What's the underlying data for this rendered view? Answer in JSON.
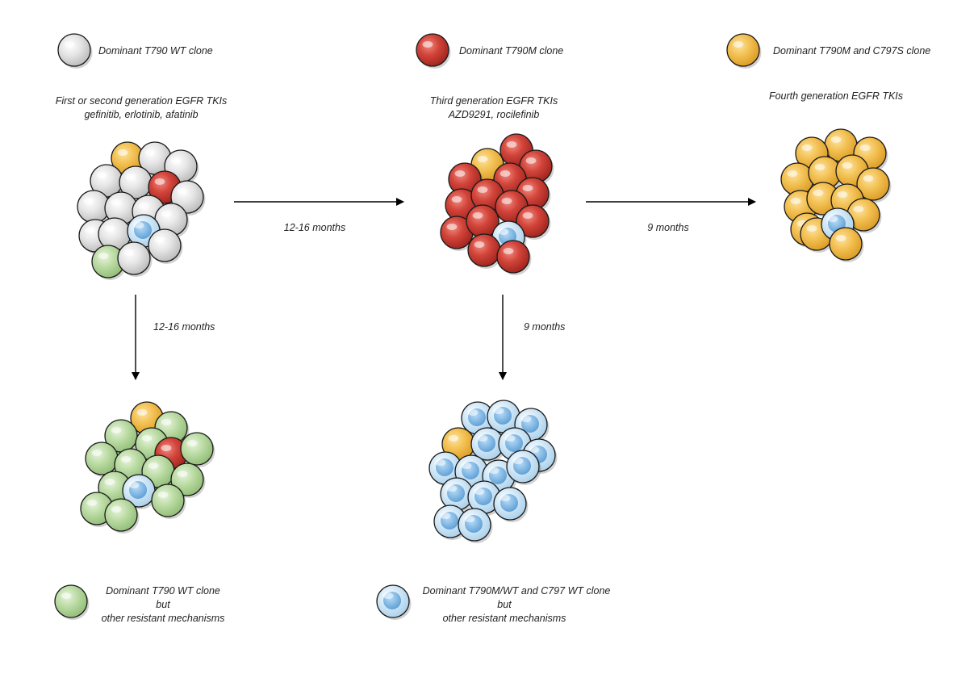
{
  "colors": {
    "wt": "#d2d2d2",
    "t790m": "#c4342c",
    "c797s": "#f1b946",
    "green": "#aed294",
    "blue": "#8fbfe3"
  },
  "legend": {
    "wt": "Dominant T790 WT clone",
    "t790m": "Dominant T790M clone",
    "c797s": "Dominant T790M and C797S clone",
    "green": [
      "Dominant T790 WT clone",
      "but",
      "other resistant mechanisms"
    ],
    "blue": [
      "Dominant T790M/WT and C797 WT clone",
      "but",
      "other resistant mechanisms"
    ]
  },
  "therapy": {
    "first": [
      "First or second generation EGFR TKIs",
      "gefinitib, erlotinib, afatinib"
    ],
    "third": [
      "Third generation EGFR TKIs",
      "AZD9291, rocilefinib"
    ],
    "fourth": [
      "Fourth generation EGFR TKIs"
    ]
  },
  "durations": {
    "first_to_third": "12-16 months",
    "third_to_fourth": "9 months",
    "first_down": "12-16 months",
    "third_down": "9 months"
  },
  "clusters": {
    "first": {
      "dominant": "wt",
      "minor": [
        "c797s",
        "t790m",
        "blue",
        "green"
      ]
    },
    "third": {
      "dominant": "t790m",
      "minor": [
        "c797s",
        "blue"
      ]
    },
    "fourth": {
      "dominant": "c797s",
      "minor": [
        "blue"
      ]
    },
    "first_resist": {
      "dominant": "green",
      "minor": [
        "c797s",
        "t790m",
        "blue"
      ]
    },
    "third_resist": {
      "dominant": "blue",
      "minor": [
        "c797s"
      ]
    }
  }
}
